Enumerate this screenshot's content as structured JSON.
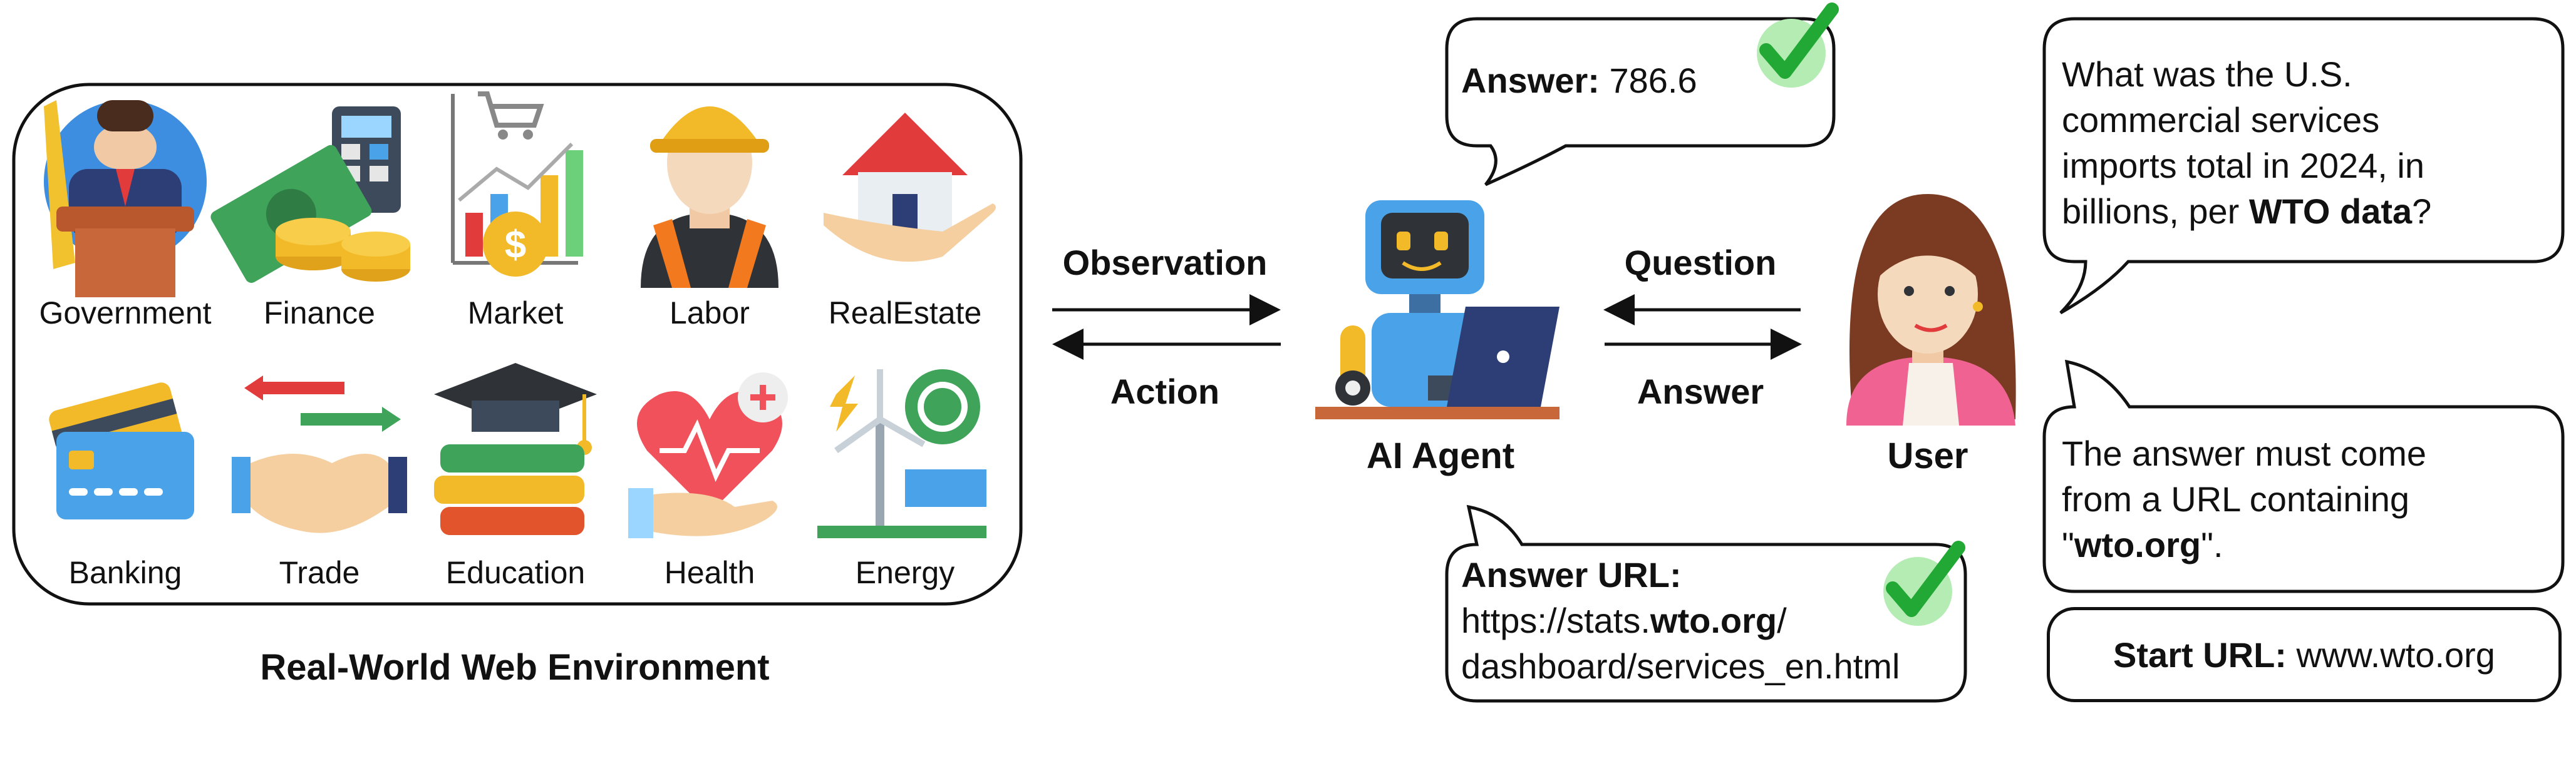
{
  "environment": {
    "title": "Real-World Web Environment",
    "categories": [
      {
        "label": "Government",
        "icon": "government-icon"
      },
      {
        "label": "Finance",
        "icon": "finance-icon"
      },
      {
        "label": "Market",
        "icon": "market-icon"
      },
      {
        "label": "Labor",
        "icon": "labor-icon"
      },
      {
        "label": "RealEstate",
        "icon": "real-estate-icon"
      },
      {
        "label": "Banking",
        "icon": "banking-icon"
      },
      {
        "label": "Trade",
        "icon": "trade-icon"
      },
      {
        "label": "Education",
        "icon": "education-icon"
      },
      {
        "label": "Health",
        "icon": "health-icon"
      },
      {
        "label": "Energy",
        "icon": "energy-icon"
      }
    ]
  },
  "arrows": {
    "observation": "Observation",
    "action": "Action",
    "question": "Question",
    "answer": "Answer"
  },
  "agent": {
    "label": "AI Agent",
    "icon": "robot-icon"
  },
  "user": {
    "label": "User",
    "icon": "user-avatar-icon"
  },
  "answer_bubble": {
    "label": "Answer:",
    "value": "786.6",
    "check": "check-icon"
  },
  "url_bubble": {
    "label": "Answer URL:",
    "line1_prefix": "https://stats.",
    "line1_bold": "wto.org",
    "line1_suffix": "/",
    "line2": "dashboard/services_en.html",
    "check": "check-icon"
  },
  "question_bubble": {
    "line1": "What was the U.S.",
    "line2": "commercial services",
    "line3": "imports total in 2024, in",
    "line4_prefix": "billions, per ",
    "line4_bold": "WTO data",
    "line4_suffix": "?"
  },
  "constraint_bubble": {
    "line1": "The answer must come",
    "line2": "from a URL containing",
    "line3_prefix": "\"",
    "line3_bold": "wto.org",
    "line3_suffix": "\"."
  },
  "start_url": {
    "label": "Start URL:",
    "value": "www.wto.org"
  },
  "colors": {
    "check_green": "#22a834",
    "check_bg": "#b4ecb4",
    "robot_blue": "#4aa3e8"
  }
}
